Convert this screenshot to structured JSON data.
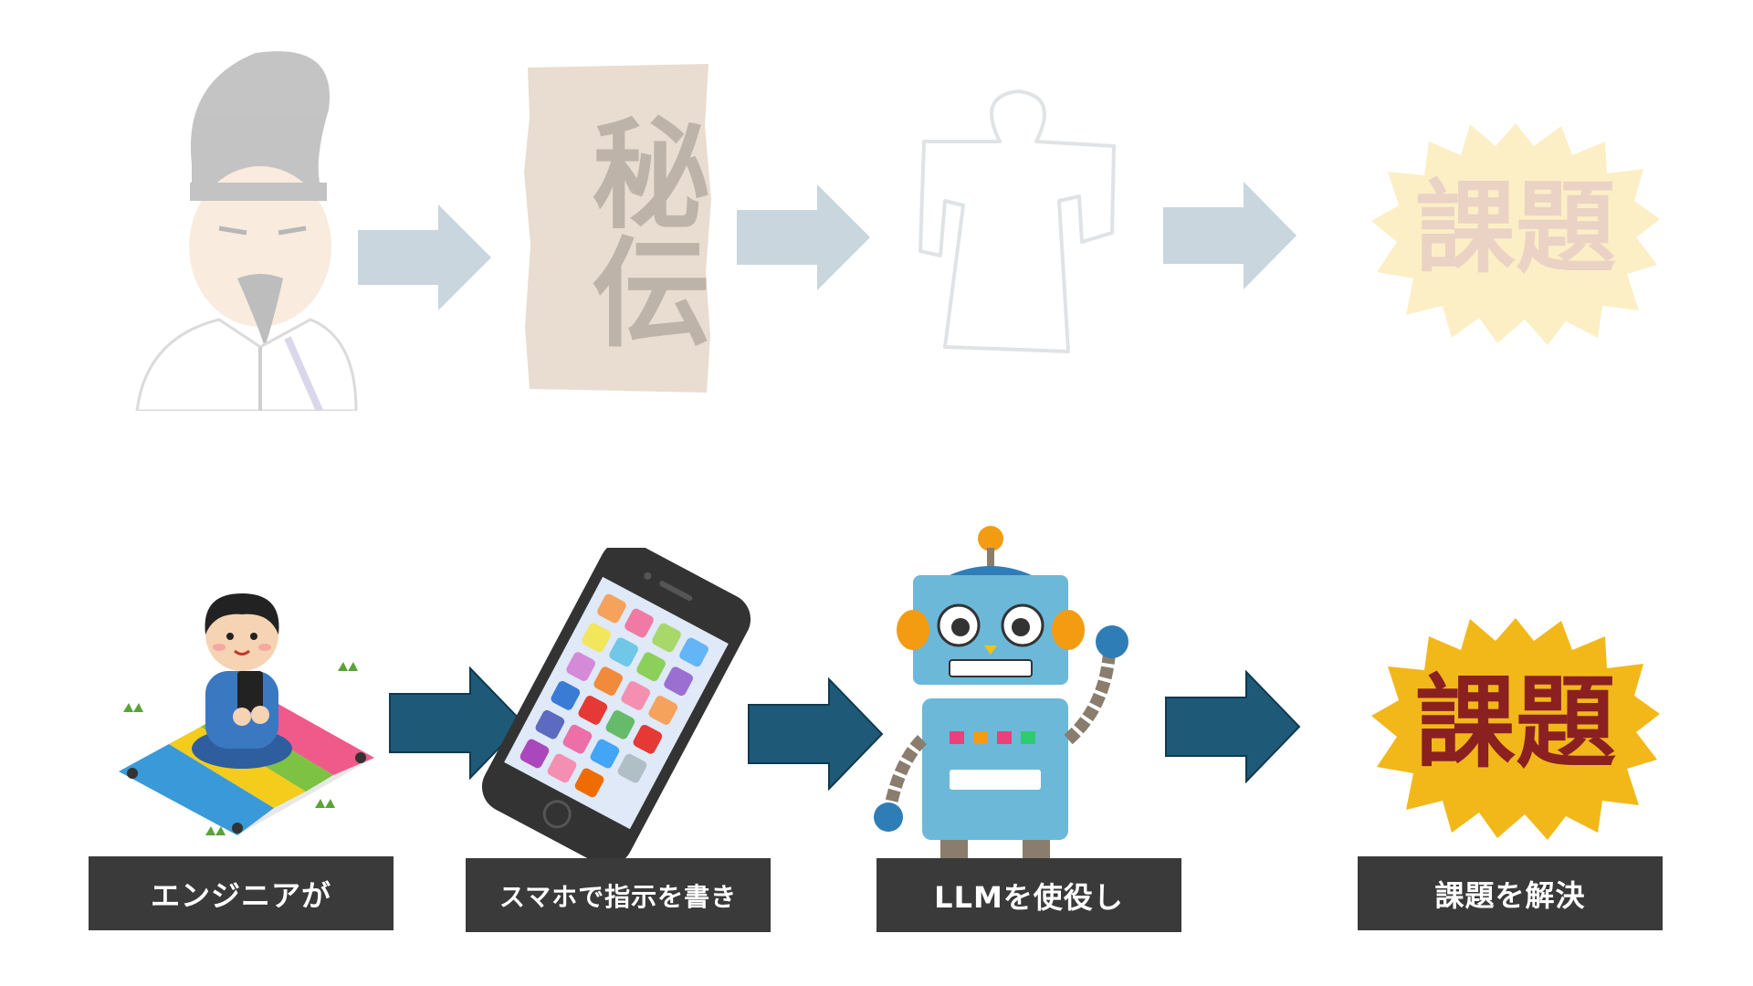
{
  "top_row": {
    "scroll_text": "秘伝",
    "burst_text": "課題"
  },
  "bottom_row": {
    "burst_text": "課題",
    "captions": [
      "エンジニアが",
      "スマホで指示を書き",
      "LLMを使役し",
      "課題を解決"
    ]
  },
  "colors": {
    "faded_arrow": "#c9d6dd",
    "arrow": "#1e5a78",
    "caption_bg": "#3a3a3a",
    "burst": "#f2b81a",
    "burst_text": "#8b2020"
  },
  "icons": {
    "top": [
      "court-noble-icon",
      "scroll-icon",
      "paper-doll-icon",
      "issue-burst-icon"
    ],
    "bottom": [
      "engineer-with-phone-icon",
      "smartphone-icon",
      "robot-icon",
      "issue-burst-icon"
    ]
  }
}
